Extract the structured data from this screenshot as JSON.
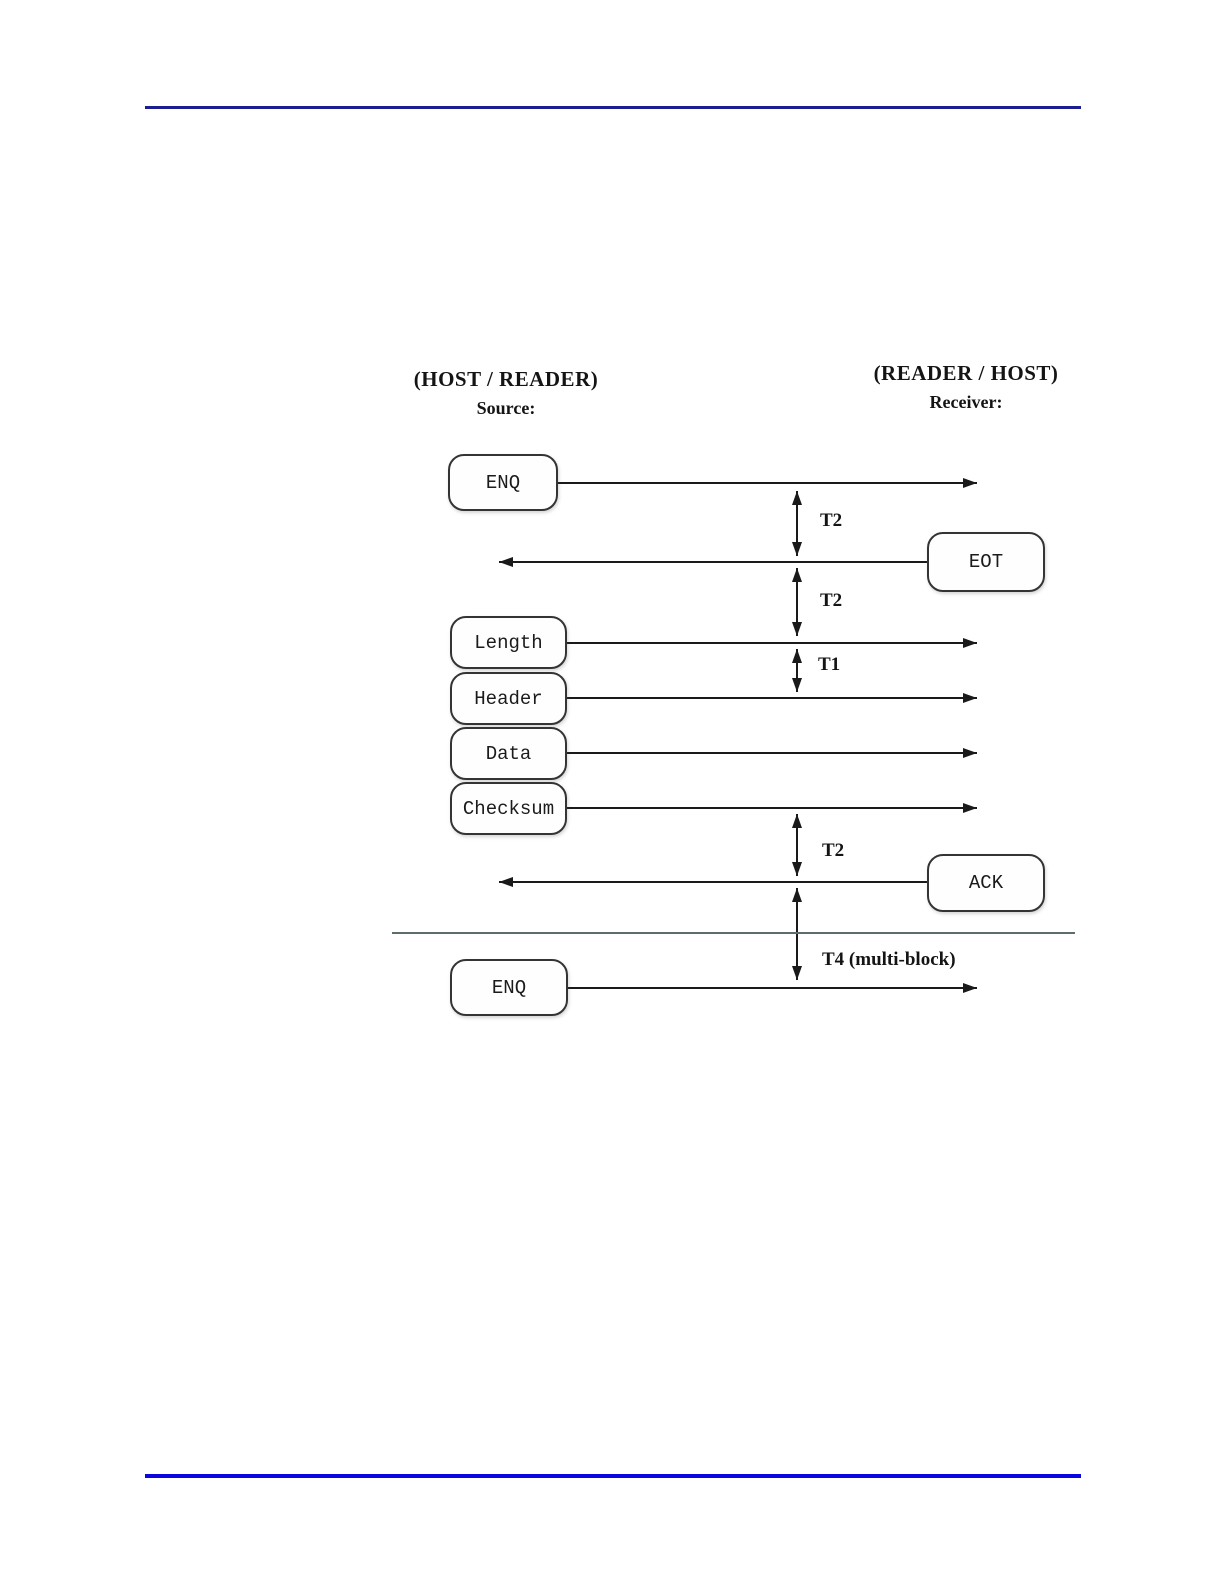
{
  "document": {
    "top_rule_color": "#1c1d8f",
    "bottom_rule_color": "#0b06e0"
  },
  "diagram": {
    "source": {
      "title": "(HOST / READER)",
      "subtitle": "Source:"
    },
    "receiver": {
      "title": "(READER / HOST)",
      "subtitle": "Receiver:"
    },
    "boxes": {
      "enq_top": "ENQ",
      "eot": "EOT",
      "length": "Length",
      "header": "Header",
      "data": "Data",
      "checksum": "Checksum",
      "ack": "ACK",
      "enq_bottom": "ENQ"
    },
    "timings": {
      "t2_enq_eot": "T2",
      "t2_eot_length": "T2",
      "t1_length_header": "T1",
      "t2_checksum_ack": "T2",
      "t4_multiblock": "T4 (multi-block)"
    },
    "colors": {
      "line": "#1a1a1a",
      "separator": "#5d6c6c"
    }
  }
}
